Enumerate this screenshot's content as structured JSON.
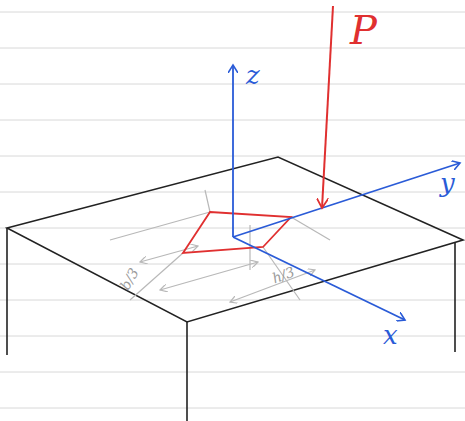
{
  "diagram": {
    "labels": [
      "P",
      "z",
      "y",
      "x",
      "b/3",
      "h/3"
    ]
  }
}
